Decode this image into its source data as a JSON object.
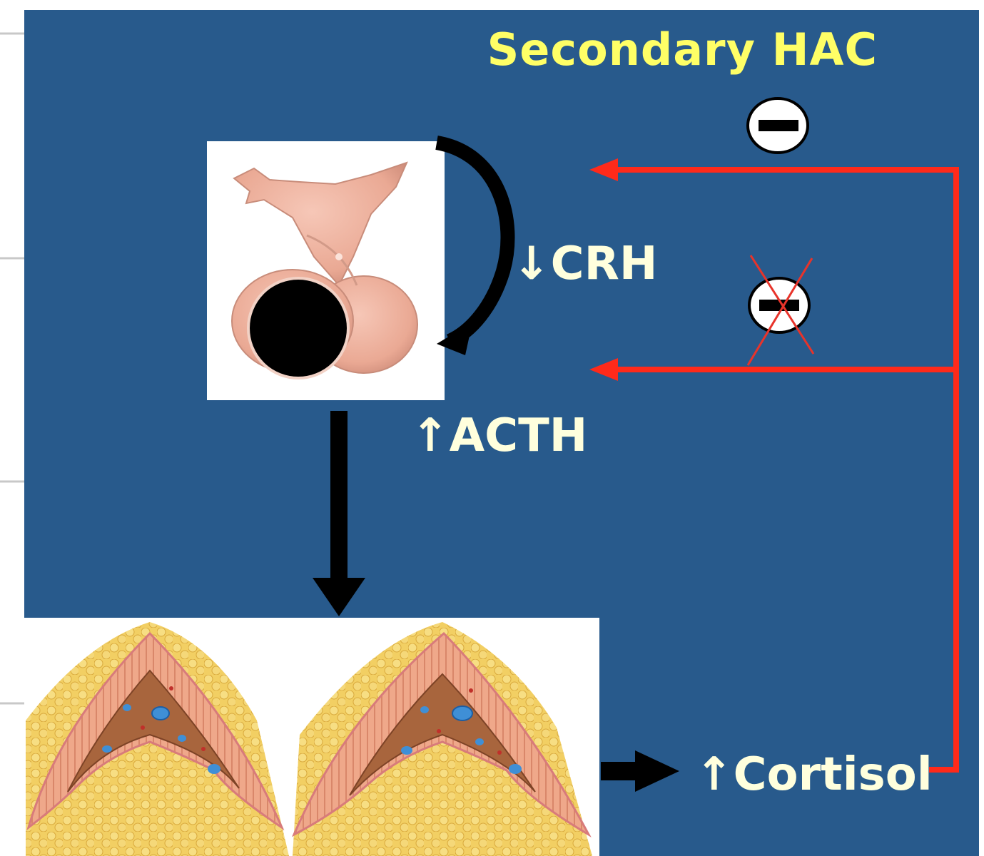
{
  "title": "Secondary HAC",
  "labels": {
    "crh": "↓CRH",
    "acth": "↑ACTH",
    "cortisol": "↑Cortisol"
  },
  "feedback": [
    {
      "symbol": "negative",
      "blocked": false
    },
    {
      "symbol": "negative",
      "blocked": true
    }
  ],
  "colors": {
    "panel_background": "#285a8c",
    "title": "#ffff66",
    "label": "#ffffdd",
    "feedback_arrow": "#ff2a1a",
    "arrow": "#000000",
    "gland": "#eeaa96"
  },
  "icons": [
    "pituitary-gland-illustration",
    "pituitary-tumor",
    "adrenal-gland-illustration",
    "minus-sign-icon",
    "cross-out-icon"
  ]
}
